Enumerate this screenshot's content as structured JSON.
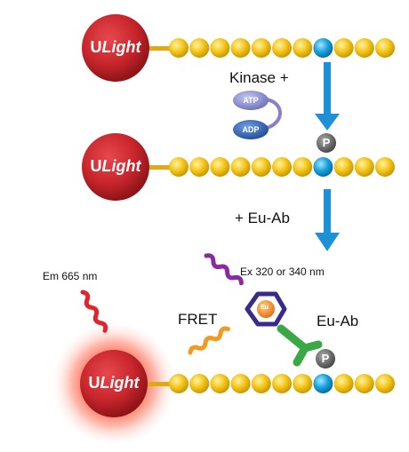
{
  "labels": {
    "ulight_u": "U",
    "ulight_rest": "Light",
    "kinase": "Kinase +",
    "atp": "ATP",
    "adp": "ADP",
    "phospho": "P",
    "eu_ab_add": "+ Eu-Ab",
    "excitation": "Ex 320 or 340 nm",
    "emission": "Em 665 nm",
    "fret": "FRET",
    "eu_ab": "Eu-Ab",
    "europium": "Eu"
  },
  "colors": {
    "ulight_red": "#c8262c",
    "bead_yellow": "#f5c518",
    "bead_blue": "#1aa3df",
    "arrow_blue": "#1e90d6",
    "atp_purple": "#7b7fc4",
    "adp_blue": "#2a5caa",
    "phospho_gray": "#6b6b6b",
    "antibody_green": "#3aa845",
    "wave_purple": "#8a2aa0",
    "wave_red": "#e0262c",
    "wave_orange": "#f39a1d",
    "cage_purple": "#3a2a8a"
  }
}
